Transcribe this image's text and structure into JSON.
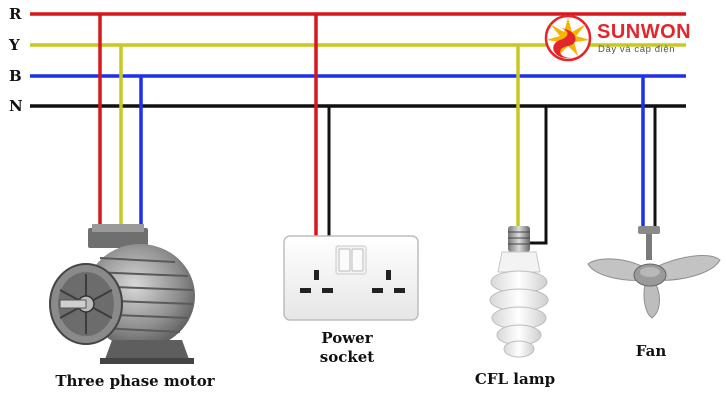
{
  "phases": [
    {
      "label": "R",
      "color": "#d8161c"
    },
    {
      "label": "Y",
      "color": "#c8c81e"
    },
    {
      "label": "B",
      "color": "#1f2ff0"
    },
    {
      "label": "N",
      "color": "#111111"
    }
  ],
  "devices": {
    "motor": "Three phase motor",
    "socket_line1": "Power",
    "socket_line2": "socket",
    "lamp": "CFL lamp",
    "fan": "Fan"
  },
  "logo": {
    "name": "SUNWON",
    "tagline": "Dây và cáp điện",
    "color": "#e3262b"
  }
}
